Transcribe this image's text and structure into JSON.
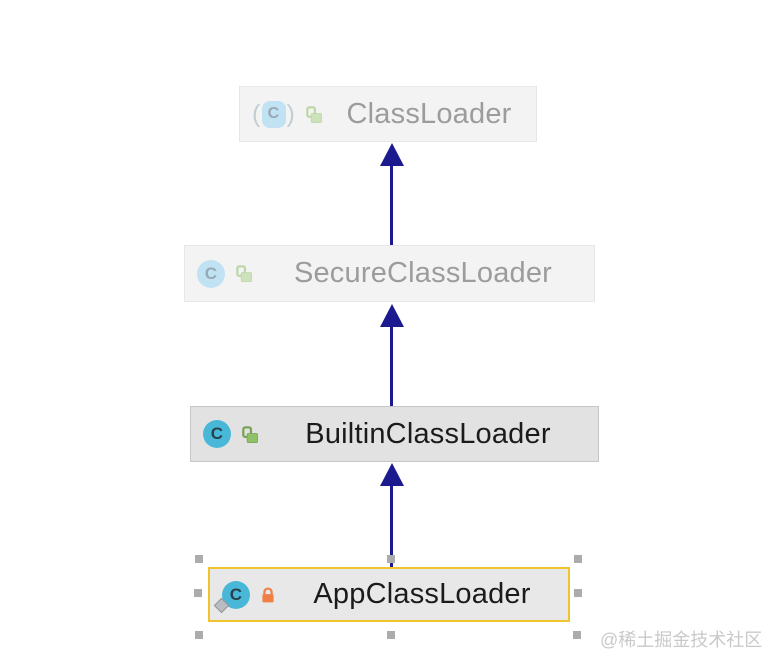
{
  "diagram": {
    "type": "uml-class-hierarchy",
    "nodes": [
      {
        "label": "ClassLoader",
        "state": "library-faded",
        "class_icon": "class-external-parenthesized",
        "lock_icon": "lock-open-green-faded"
      },
      {
        "label": "SecureClassLoader",
        "state": "library-faded",
        "class_icon": "class-faded",
        "lock_icon": "lock-open-green-faded"
      },
      {
        "label": "BuiltinClassLoader",
        "state": "normal",
        "class_icon": "class",
        "lock_icon": "lock-open-green"
      },
      {
        "label": "AppClassLoader",
        "state": "selected",
        "class_icon": "class-with-diamond-badge",
        "lock_icon": "lock-closed-orange"
      }
    ],
    "edges": [
      {
        "from": "SecureClassLoader",
        "to": "ClassLoader",
        "type": "extends"
      },
      {
        "from": "BuiltinClassLoader",
        "to": "SecureClassLoader",
        "type": "extends"
      },
      {
        "from": "AppClassLoader",
        "to": "BuiltinClassLoader",
        "type": "extends"
      }
    ],
    "icons": {
      "class_letter": "C",
      "paren_open": "(",
      "paren_close": ")"
    },
    "selection": {
      "selected_node": "AppClassLoader",
      "handle_count": 8
    }
  },
  "watermark": {
    "text": "@稀土掘金技术社区"
  },
  "colors": {
    "canvas-bg": "#FFFFFF",
    "arrow": "#1B1B8F",
    "selection": "#F0C42C",
    "handle": "#ACACAC",
    "node-bg-faded": "#F3F3F3",
    "node-border-faded": "#E7E7E7",
    "node-bg": "#E2E2E2",
    "node-border": "#C6C6C6",
    "node-bg-selected": "#E8E8E8",
    "text": "#1B1B1B",
    "text-faded": "#9C9C9C",
    "class-icon": "#49B8D8",
    "class-icon-faded": "#C0E2F2",
    "class-letter": "#27414D",
    "class-letter-faded": "#97A9B4",
    "paren": "#C3CDD2",
    "lock-green": "#8FC268",
    "lock-green-stroke": "#79A457",
    "lock-green-faded": "#CCE2BA",
    "lock-green-faded-stroke": "#BED7A8",
    "lock-orange": "#F07E45",
    "diamond": "#B9BDC2",
    "diamond-edge": "#8F959B",
    "watermark": "#C9C9C9"
  }
}
